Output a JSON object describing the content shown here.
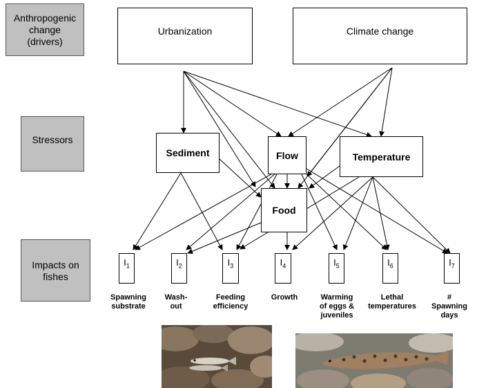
{
  "sidebar": {
    "drivers": [
      "Anthropogenic",
      "change",
      "(drivers)"
    ],
    "stressors": "Stressors",
    "impacts": [
      "Impacts on",
      "fishes"
    ]
  },
  "drivers": {
    "urbanization": "Urbanization",
    "climate_change": "Climate change"
  },
  "stressors": {
    "sediment": "Sediment",
    "flow": "Flow",
    "temperature": "Temperature",
    "food": "Food"
  },
  "impacts": [
    {
      "letter": "I",
      "num": "1",
      "label": [
        "Spawning",
        "substrate"
      ]
    },
    {
      "letter": "I",
      "num": "2",
      "label": [
        "Wash-",
        "out"
      ]
    },
    {
      "letter": "I",
      "num": "3",
      "label": [
        "Feeding",
        "efficiency"
      ]
    },
    {
      "letter": "I",
      "num": "4",
      "label": [
        "Growth"
      ]
    },
    {
      "letter": "I",
      "num": "5",
      "label": [
        "Warming",
        "of eggs &",
        "juveniles"
      ]
    },
    {
      "letter": "I",
      "num": "6",
      "label": [
        "Lethal",
        "temperatures"
      ]
    },
    {
      "letter": "I",
      "num": "7",
      "label": [
        "#",
        "Spawning",
        "days"
      ]
    }
  ],
  "photos": [
    {
      "subject": "minnow-fish"
    },
    {
      "subject": "spotted-darter-fish"
    }
  ],
  "colors": {
    "panel": "#c0c0c0",
    "line": "#000000"
  }
}
